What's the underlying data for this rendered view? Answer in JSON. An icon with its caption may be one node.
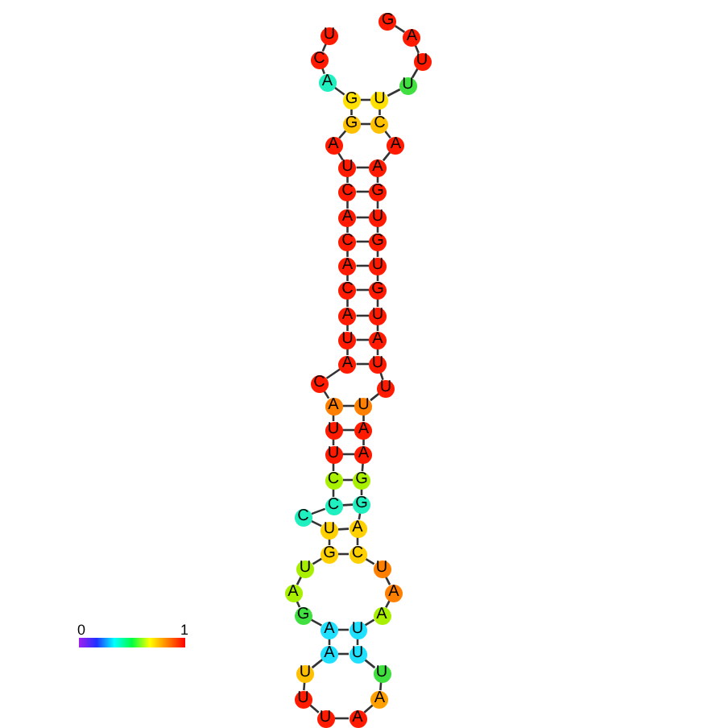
{
  "diagram": {
    "nodes": [
      {
        "text": [
          "U"
        ]
      },
      {
        "text": [
          "C"
        ]
      },
      {
        "text": [
          "A"
        ]
      },
      {
        "text": [
          "G"
        ]
      },
      {
        "text": [
          "G"
        ]
      },
      {
        "text": [
          "A"
        ]
      },
      {
        "text": [
          "U"
        ]
      },
      {
        "text": [
          "C"
        ]
      },
      {
        "text": [
          "A"
        ]
      },
      {
        "text": [
          "C"
        ]
      },
      {
        "text": [
          "A"
        ]
      },
      {
        "text": [
          "C"
        ]
      },
      {
        "text": [
          "A"
        ]
      },
      {
        "text": [
          "U"
        ]
      },
      {
        "text": [
          "A"
        ]
      },
      {
        "text": [
          "C"
        ]
      },
      {
        "text": [
          "A"
        ]
      },
      {
        "text": [
          "U"
        ]
      },
      {
        "text": [
          "U"
        ]
      },
      {
        "text": [
          "C"
        ]
      },
      {
        "text": [
          "C"
        ]
      },
      {
        "text": [
          "C"
        ]
      },
      {
        "text": [
          "U"
        ]
      },
      {
        "text": [
          "G"
        ]
      },
      {
        "text": [
          "U"
        ]
      },
      {
        "text": [
          "A"
        ]
      },
      {
        "text": [
          "G"
        ]
      },
      {
        "text": [
          "A"
        ]
      },
      {
        "text": [
          "A"
        ]
      },
      {
        "text": [
          "U"
        ]
      },
      {
        "text": [
          "U"
        ]
      },
      {
        "text": [
          "U"
        ]
      },
      {
        "text": [
          "A"
        ]
      },
      {
        "text": [
          "A"
        ]
      },
      {
        "text": [
          "U"
        ]
      },
      {
        "text": [
          "U"
        ]
      },
      {
        "text": [
          "U"
        ]
      },
      {
        "text": [
          "A"
        ]
      },
      {
        "text": [
          "A"
        ]
      },
      {
        "text": [
          "U"
        ]
      },
      {
        "text": [
          "C"
        ]
      },
      {
        "text": [
          "A"
        ]
      },
      {
        "text": [
          "G"
        ]
      },
      {
        "text": [
          "G"
        ]
      },
      {
        "text": [
          "A"
        ]
      },
      {
        "text": [
          "A"
        ]
      },
      {
        "text": [
          "U"
        ]
      },
      {
        "text": [
          "U"
        ]
      },
      {
        "text": [
          "U"
        ]
      },
      {
        "text": [
          "A"
        ]
      },
      {
        "text": [
          "U"
        ]
      },
      {
        "text": [
          "G"
        ]
      },
      {
        "text": [
          "U"
        ]
      },
      {
        "text": [
          "G"
        ]
      },
      {
        "text": [
          "U"
        ]
      },
      {
        "text": [
          "G"
        ]
      },
      {
        "text": [
          "A"
        ]
      },
      {
        "text": [
          "A"
        ]
      },
      {
        "text": [
          "C"
        ]
      },
      {
        "text": [
          "U"
        ]
      },
      {
        "text": [
          "U"
        ]
      },
      {
        "text": [
          "U"
        ]
      },
      {
        "text": [
          "A"
        ]
      },
      {
        "text": [
          "G"
        ]
      }
    ],
    "edges": [
      {
        "from": 0,
        "to": 1,
        "arrow": "none"
      },
      {
        "from": 1,
        "to": 2,
        "arrow": "none"
      },
      {
        "from": 2,
        "to": 3,
        "arrow": "none"
      },
      {
        "from": 3,
        "to": 4,
        "arrow": "none"
      },
      {
        "from": 4,
        "to": 5,
        "arrow": "none"
      },
      {
        "from": 5,
        "to": 6,
        "arrow": "none"
      },
      {
        "from": 6,
        "to": 7,
        "arrow": "none"
      },
      {
        "from": 7,
        "to": 8,
        "arrow": "none"
      },
      {
        "from": 8,
        "to": 9,
        "arrow": "none"
      },
      {
        "from": 9,
        "to": 10,
        "arrow": "none"
      },
      {
        "from": 10,
        "to": 11,
        "arrow": "none"
      },
      {
        "from": 11,
        "to": 12,
        "arrow": "none"
      },
      {
        "from": 12,
        "to": 13,
        "arrow": "none"
      },
      {
        "from": 13,
        "to": 14,
        "arrow": "none"
      },
      {
        "from": 14,
        "to": 15,
        "arrow": "none"
      },
      {
        "from": 15,
        "to": 16,
        "arrow": "none"
      },
      {
        "from": 16,
        "to": 17,
        "arrow": "none"
      },
      {
        "from": 17,
        "to": 18,
        "arrow": "none"
      },
      {
        "from": 18,
        "to": 19,
        "arrow": "none"
      },
      {
        "from": 19,
        "to": 20,
        "arrow": "none"
      },
      {
        "from": 20,
        "to": 21,
        "arrow": "none"
      },
      {
        "from": 21,
        "to": 22,
        "arrow": "none"
      },
      {
        "from": 22,
        "to": 23,
        "arrow": "none"
      },
      {
        "from": 23,
        "to": 24,
        "arrow": "none"
      },
      {
        "from": 24,
        "to": 25,
        "arrow": "none"
      },
      {
        "from": 25,
        "to": 26,
        "arrow": "none"
      },
      {
        "from": 26,
        "to": 27,
        "arrow": "none"
      },
      {
        "from": 27,
        "to": 28,
        "arrow": "none"
      },
      {
        "from": 28,
        "to": 29,
        "arrow": "none"
      },
      {
        "from": 29,
        "to": 30,
        "arrow": "none"
      },
      {
        "from": 30,
        "to": 31,
        "arrow": "none"
      },
      {
        "from": 31,
        "to": 32,
        "arrow": "none"
      },
      {
        "from": 32,
        "to": 33,
        "arrow": "none"
      },
      {
        "from": 33,
        "to": 34,
        "arrow": "none"
      },
      {
        "from": 34,
        "to": 35,
        "arrow": "none"
      },
      {
        "from": 35,
        "to": 36,
        "arrow": "none"
      },
      {
        "from": 36,
        "to": 37,
        "arrow": "none"
      },
      {
        "from": 37,
        "to": 38,
        "arrow": "none"
      },
      {
        "from": 38,
        "to": 39,
        "arrow": "none"
      },
      {
        "from": 39,
        "to": 40,
        "arrow": "none"
      },
      {
        "from": 40,
        "to": 41,
        "arrow": "none"
      },
      {
        "from": 41,
        "to": 42,
        "arrow": "none"
      },
      {
        "from": 42,
        "to": 43,
        "arrow": "none"
      },
      {
        "from": 43,
        "to": 44,
        "arrow": "none"
      },
      {
        "from": 44,
        "to": 45,
        "arrow": "none"
      },
      {
        "from": 45,
        "to": 46,
        "arrow": "none"
      },
      {
        "from": 46,
        "to": 47,
        "arrow": "none"
      },
      {
        "from": 47,
        "to": 48,
        "arrow": "none"
      },
      {
        "from": 48,
        "to": 49,
        "arrow": "none"
      },
      {
        "from": 49,
        "to": 50,
        "arrow": "none"
      },
      {
        "from": 50,
        "to": 51,
        "arrow": "none"
      },
      {
        "from": 51,
        "to": 52,
        "arrow": "none"
      },
      {
        "from": 52,
        "to": 53,
        "arrow": "none"
      },
      {
        "from": 53,
        "to": 54,
        "arrow": "none"
      },
      {
        "from": 54,
        "to": 55,
        "arrow": "none"
      },
      {
        "from": 55,
        "to": 56,
        "arrow": "none"
      },
      {
        "from": 56,
        "to": 57,
        "arrow": "none"
      },
      {
        "from": 57,
        "to": 58,
        "arrow": "none"
      },
      {
        "from": 58,
        "to": 59,
        "arrow": "none"
      },
      {
        "from": 59,
        "to": 60,
        "arrow": "none"
      },
      {
        "from": 60,
        "to": 61,
        "arrow": "none"
      },
      {
        "from": 61,
        "to": 62,
        "arrow": "none"
      },
      {
        "from": 62,
        "to": 63,
        "arrow": "none"
      },
      {
        "from": 3,
        "to": 59,
        "arrow": "none"
      },
      {
        "from": 4,
        "to": 58,
        "arrow": "none"
      },
      {
        "from": 6,
        "to": 56,
        "arrow": "none"
      },
      {
        "from": 7,
        "to": 55,
        "arrow": "none"
      },
      {
        "from": 8,
        "to": 54,
        "arrow": "none"
      },
      {
        "from": 9,
        "to": 53,
        "arrow": "none"
      },
      {
        "from": 10,
        "to": 52,
        "arrow": "none"
      },
      {
        "from": 11,
        "to": 51,
        "arrow": "none"
      },
      {
        "from": 12,
        "to": 50,
        "arrow": "none"
      },
      {
        "from": 13,
        "to": 49,
        "arrow": "none"
      },
      {
        "from": 14,
        "to": 48,
        "arrow": "none"
      },
      {
        "from": 16,
        "to": 46,
        "arrow": "none"
      },
      {
        "from": 17,
        "to": 45,
        "arrow": "none"
      },
      {
        "from": 18,
        "to": 44,
        "arrow": "none"
      },
      {
        "from": 19,
        "to": 43,
        "arrow": "none"
      },
      {
        "from": 20,
        "to": 42,
        "arrow": "none"
      },
      {
        "from": 22,
        "to": 41,
        "arrow": "none"
      },
      {
        "from": 23,
        "to": 40,
        "arrow": "none"
      },
      {
        "from": 27,
        "to": 36,
        "arrow": "none"
      },
      {
        "from": 28,
        "to": 35,
        "arrow": "none"
      }
    ],
    "labels": [
      "0",
      "1"
    ]
  }
}
